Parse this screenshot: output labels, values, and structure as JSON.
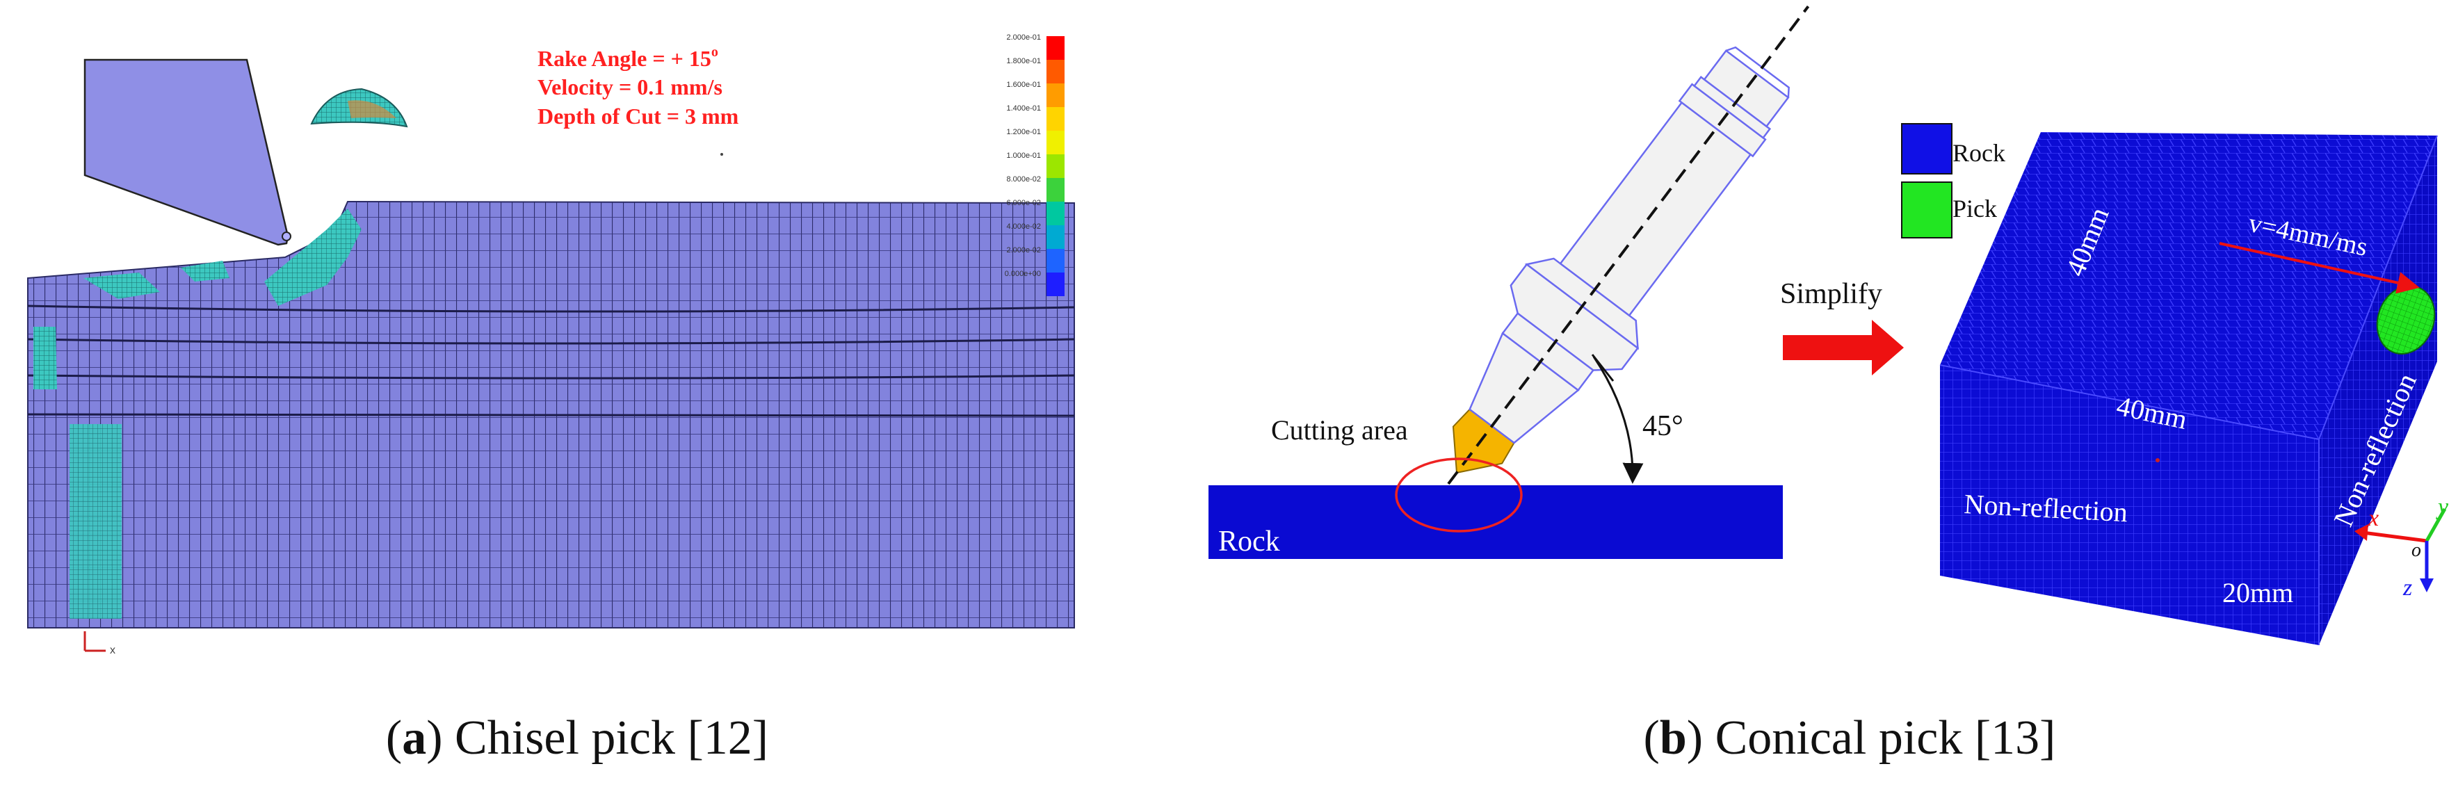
{
  "panel_a": {
    "annotations": [
      "Rake Angle = + 15",
      "Velocity = 0.1 mm/s",
      "Depth of Cut = 3 mm"
    ],
    "degree_mark": "o",
    "axis_label": "x",
    "colors": {
      "mesh": "#7f80dc",
      "mesh_line": "#2a2a64",
      "tool": "#8f8fe6",
      "damage": "#3cc8c0",
      "annotation": "#ff2020"
    },
    "legend_scale": {
      "labels": [
        "2.000e-01",
        "1.800e-01",
        "1.600e-01",
        "1.400e-01",
        "1.200e-01",
        "1.000e-01",
        "8.000e-02",
        "6.000e-02",
        "4.000e-02",
        "2.000e-02",
        "0.000e+00"
      ],
      "colors": [
        "#ff0000",
        "#ff5a00",
        "#ff9c00",
        "#ffd400",
        "#f0f000",
        "#9ce600",
        "#3cd23c",
        "#00c8a0",
        "#00aad2",
        "#1e64ff",
        "#1e1eff"
      ]
    },
    "caption": {
      "letter": "a",
      "text": "Chisel pick [12]"
    }
  },
  "panel_b": {
    "cutting_area_label": "Cutting area",
    "angle_label": "45°",
    "rock_label": "Rock",
    "simplify_label": "Simplify",
    "legend": [
      {
        "label": "Rock",
        "color": "#1010e6"
      },
      {
        "label": "Pick",
        "color": "#22e622"
      }
    ],
    "dimensions": {
      "depth": "40mm",
      "width": "40mm",
      "height": "20mm"
    },
    "velocity_label": "v=4mm/ms",
    "boundary_front": "Non-reflection",
    "boundary_side": "Non-reflection",
    "axes": {
      "x": "x",
      "y": "y",
      "z": "z",
      "origin": "o"
    },
    "colors": {
      "rock": "#0a0ad2",
      "pick_tip": "#f5b400",
      "pick_body": "#f0f0f0",
      "pick_outline": "#6a6af0",
      "arrow": "#ee1111",
      "ellipse": "#ee2222"
    },
    "caption": {
      "letter": "b",
      "text": "Conical pick [13]"
    }
  }
}
